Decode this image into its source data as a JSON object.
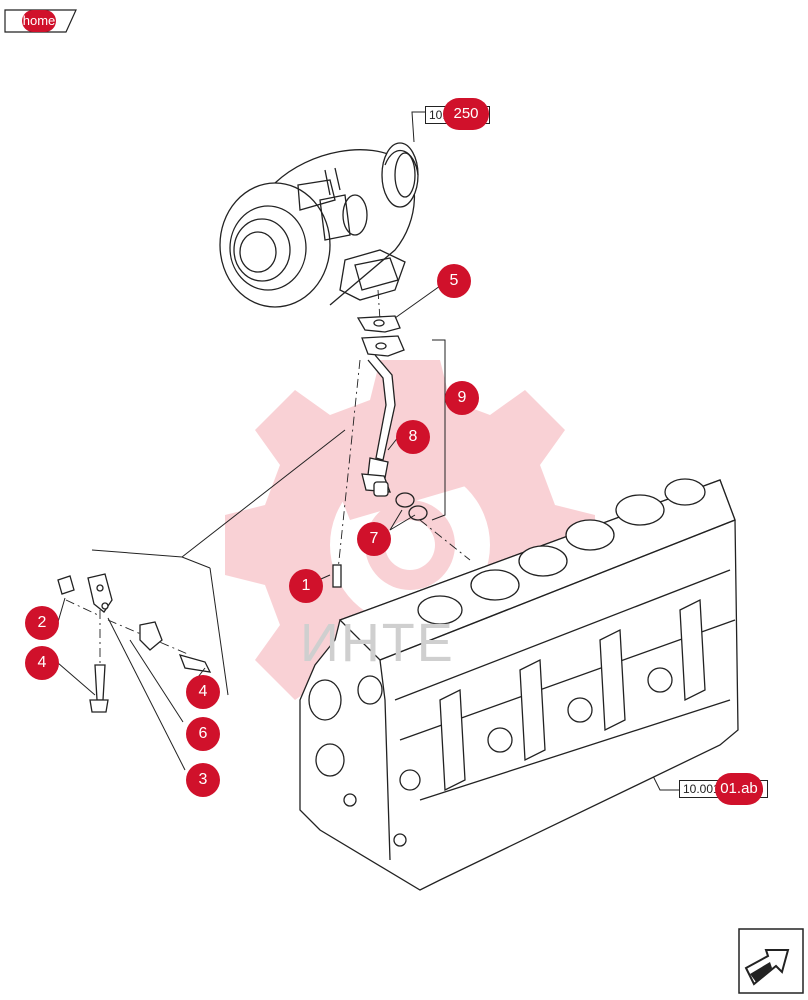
{
  "nav": {
    "home_label": "home"
  },
  "refs": {
    "turbo_ref": "10.250.AC",
    "turbo_ref_badge": "250",
    "block_ref": "10.001.AB (01)",
    "block_ref_badge": "01.ab"
  },
  "watermark": {
    "text": "ИНТЕ"
  },
  "callouts": [
    "1",
    "2",
    "3",
    "4",
    "4",
    "5",
    "6",
    "7",
    "8",
    "9"
  ],
  "colors": {
    "callout": "#d0112b",
    "watermark": "#f5b5bc",
    "line": "#222222"
  },
  "icons": {
    "next_page": "arrow-right-icon"
  }
}
